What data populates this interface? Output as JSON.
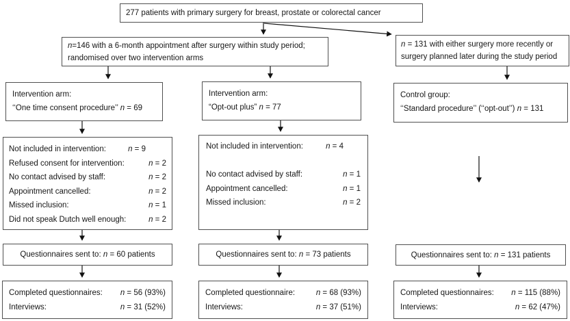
{
  "colors": {
    "box_border": "#4f4f4f",
    "text": "#161616",
    "arrow": "#111111"
  },
  "flow": {
    "total": {
      "text": "277 patients with primary surgery for breast, prostate or colorectal cancer"
    },
    "randomised": {
      "line1": "n=146 with a 6-month appointment after surgery within study period;",
      "line2": "randomised over two intervention arms"
    },
    "control_source": {
      "line1": "n = 131 with either surgery more recently or",
      "line2": "surgery planned later during the study period"
    },
    "arm_one_time": {
      "line1": "Intervention arm:",
      "line2": "‘‘One time consent procedure’’ n = 69"
    },
    "arm_opt_out_plus": {
      "line1": "Intervention arm:",
      "line2": "“Opt-out plus” n = 77"
    },
    "control_group": {
      "line1": "Control group:",
      "line2": "‘‘Standard procedure’’ (‘‘opt-out’’) n = 131"
    },
    "exclusions_one_time": [
      {
        "label": "Not included in intervention:",
        "value": "n = 9"
      },
      {
        "label": "Refused consent for intervention:",
        "value": "n = 2"
      },
      {
        "label": "No contact advised by staff:",
        "value": "n = 2"
      },
      {
        "label": "Appointment cancelled:",
        "value": "n = 2"
      },
      {
        "label": "Missed inclusion:",
        "value": "n = 1"
      },
      {
        "label": "Did not speak Dutch well enough:",
        "value": "n = 2"
      }
    ],
    "exclusions_opt_out_plus": [
      {
        "label": "Not included in intervention:",
        "value": "n = 4"
      },
      {
        "label": "No contact advised by staff:",
        "value": "n = 1"
      },
      {
        "label": "Appointment cancelled:",
        "value": "n = 1"
      },
      {
        "label": "Missed inclusion:",
        "value": "n = 2"
      }
    ],
    "questionnaires": {
      "one_time": "Questionnaires sent to: n = 60 patients",
      "opt_out_plus": "Questionnaires sent to: n = 73 patients",
      "control": "Questionnaires sent to: n = 131 patients"
    },
    "outcomes_one_time": [
      {
        "label": "Completed questionnaires:",
        "value": "n = 56 (93%)"
      },
      {
        "label": "Interviews:",
        "value": "n = 31 (52%)"
      }
    ],
    "outcomes_opt_out_plus": [
      {
        "label": "Completed questionnaire:",
        "value": "n = 68 (93%)"
      },
      {
        "label": "Interviews:",
        "value": "n = 37 (51%)"
      }
    ],
    "outcomes_control": [
      {
        "label": "Completed questionnaires:",
        "value": "n = 115 (88%)"
      },
      {
        "label": "Interviews:",
        "value": "n = 62 (47%)"
      }
    ]
  }
}
